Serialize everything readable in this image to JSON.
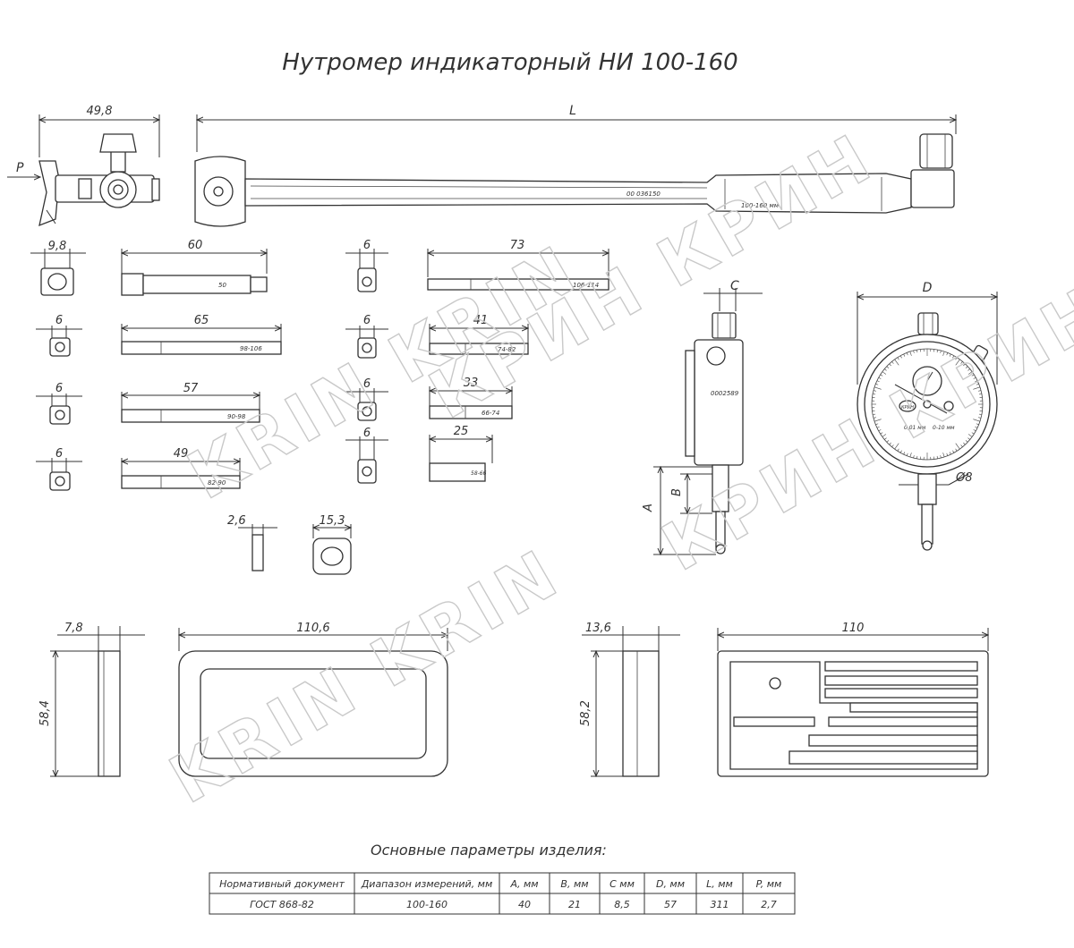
{
  "title": "Нутромер индикаторный НИ 100-160",
  "watermarks": [
    "KRIN KRIN",
    "КРИН КРИН",
    "KRIN KRIN",
    "КРИН КРИН"
  ],
  "dimensions": {
    "head_width": "49,8",
    "p": "P",
    "length": "L",
    "rod_body_mark": "00 036150",
    "handle_mark": "100-160 мм",
    "c": "C",
    "d": "D",
    "a": "A",
    "b": "B",
    "stem": "Ø8",
    "washer": "2,6",
    "ring": "15,3",
    "case1_thickness": "7,8",
    "case1_width": "110,6",
    "case1_height": "58,4",
    "case2_thickness": "13,6",
    "case2_width": "110",
    "case2_height": "58,2"
  },
  "rods_left": [
    {
      "dia": "9,8",
      "len": "60",
      "mark": "50"
    },
    {
      "dia": "6",
      "len": "65",
      "mark": "98-106"
    },
    {
      "dia": "6",
      "len": "57",
      "mark": "90-98"
    },
    {
      "dia": "6",
      "len": "49",
      "mark": "82-90"
    }
  ],
  "rods_right": [
    {
      "dia": "6",
      "len": "73",
      "mark": "106-114"
    },
    {
      "dia": "6",
      "len": "41",
      "mark": "74-82"
    },
    {
      "dia": "6",
      "len": "33",
      "mark": "66-74"
    },
    {
      "dia": "6",
      "len": "25",
      "mark": "58-66"
    }
  ],
  "indicator": {
    "serial": "0002589",
    "range_text": "0-10 мм",
    "div_text": "0,01 мм",
    "brand": "КРИН"
  },
  "table": {
    "caption": "Основные параметры изделия:",
    "headers": [
      "Нормативный документ",
      "Диапазон измерений, мм",
      "А, мм",
      "В, мм",
      "С мм",
      "D, мм",
      "L, мм",
      "P, мм"
    ],
    "row": [
      "ГОСТ 868-82",
      "100-160",
      "40",
      "21",
      "8,5",
      "57",
      "311",
      "2,7"
    ]
  }
}
